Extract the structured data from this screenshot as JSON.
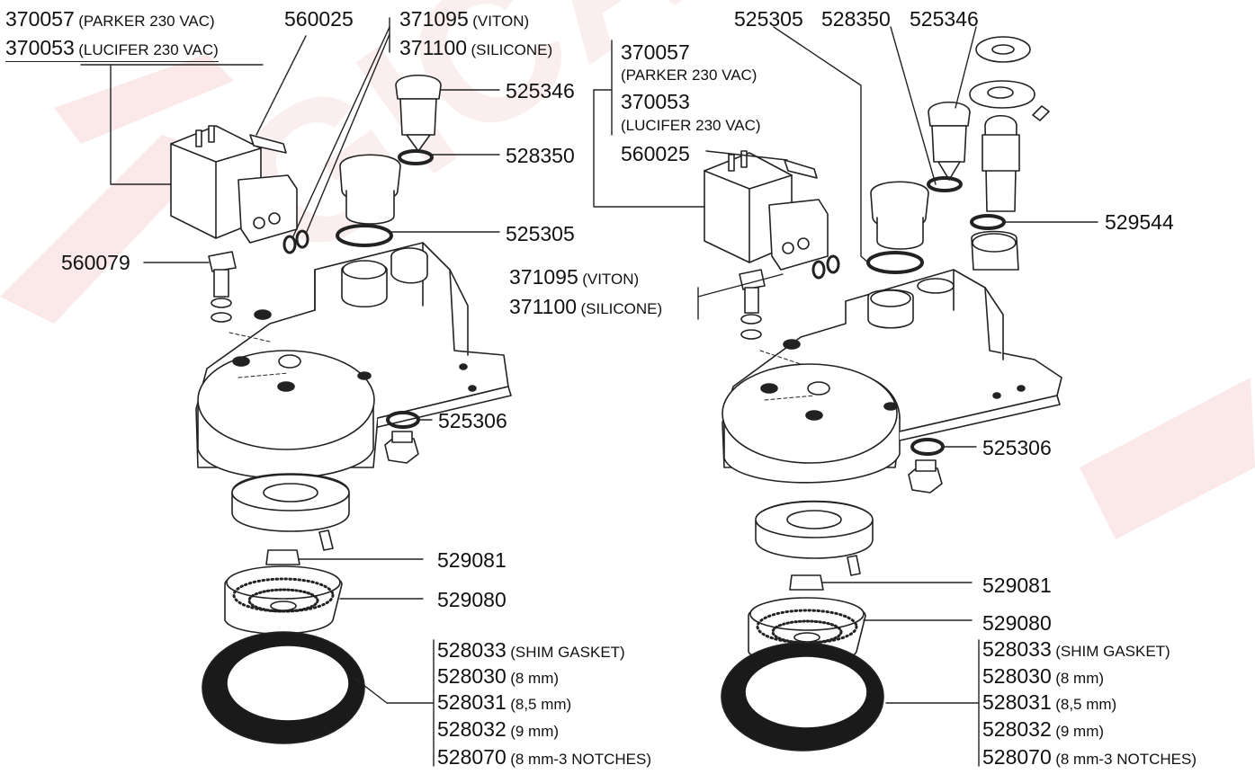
{
  "watermark_text": "GICAR GROUP",
  "colors": {
    "line": "#222222",
    "part_fill": "#ffffff",
    "gasket": "#1a1a1a",
    "watermark": "#fbe9e9"
  },
  "left": {
    "solenoid_parker_code": "370057",
    "solenoid_parker_note": "(PARKER 230 VAC)",
    "solenoid_lucifer_code": "370053",
    "solenoid_lucifer_note": "(LUCIFER 230 VAC)",
    "screw_code": "560025",
    "oring_viton_code": "371095",
    "oring_viton_note": "(VITON)",
    "oring_silicone_code": "371100",
    "oring_silicone_note": "(SILICONE)",
    "valve_code": "525346",
    "valve_oring_code": "528350",
    "cap_gasket_code": "525305",
    "bolt_code": "560079",
    "plug_gasket_code": "525306",
    "screen_screw_code": "529081",
    "shower_screen_code": "529080",
    "gaskets": [
      {
        "code": "528033",
        "note": "(SHIM GASKET)"
      },
      {
        "code": "528030",
        "note": "(8 mm)"
      },
      {
        "code": "528031",
        "note": "(8,5 mm)"
      },
      {
        "code": "528032",
        "note": "(9 mm)"
      },
      {
        "code": "528070",
        "note": "(8 mm-3 NOTCHES)"
      }
    ]
  },
  "right": {
    "top_code_1": "525305",
    "top_code_2": "528350",
    "top_code_3": "525346",
    "solenoid_parker_code": "370057",
    "solenoid_parker_note": "(PARKER 230 VAC)",
    "solenoid_lucifer_code": "370053",
    "solenoid_lucifer_note": "(LUCIFER 230 VAC)",
    "screw_code": "560025",
    "oring_viton_code": "371095",
    "oring_viton_note": "(VITON)",
    "oring_silicone_code": "371100",
    "oring_silicone_note": "(SILICONE)",
    "stem_oring_code": "529544",
    "plug_gasket_code": "525306",
    "screen_screw_code": "529081",
    "shower_screen_code": "529080",
    "gaskets": [
      {
        "code": "528033",
        "note": "(SHIM GASKET)"
      },
      {
        "code": "528030",
        "note": "(8 mm)"
      },
      {
        "code": "528031",
        "note": "(8,5 mm)"
      },
      {
        "code": "528032",
        "note": "(9 mm)"
      },
      {
        "code": "528070",
        "note": "(8 mm-3 NOTCHES)"
      }
    ]
  }
}
